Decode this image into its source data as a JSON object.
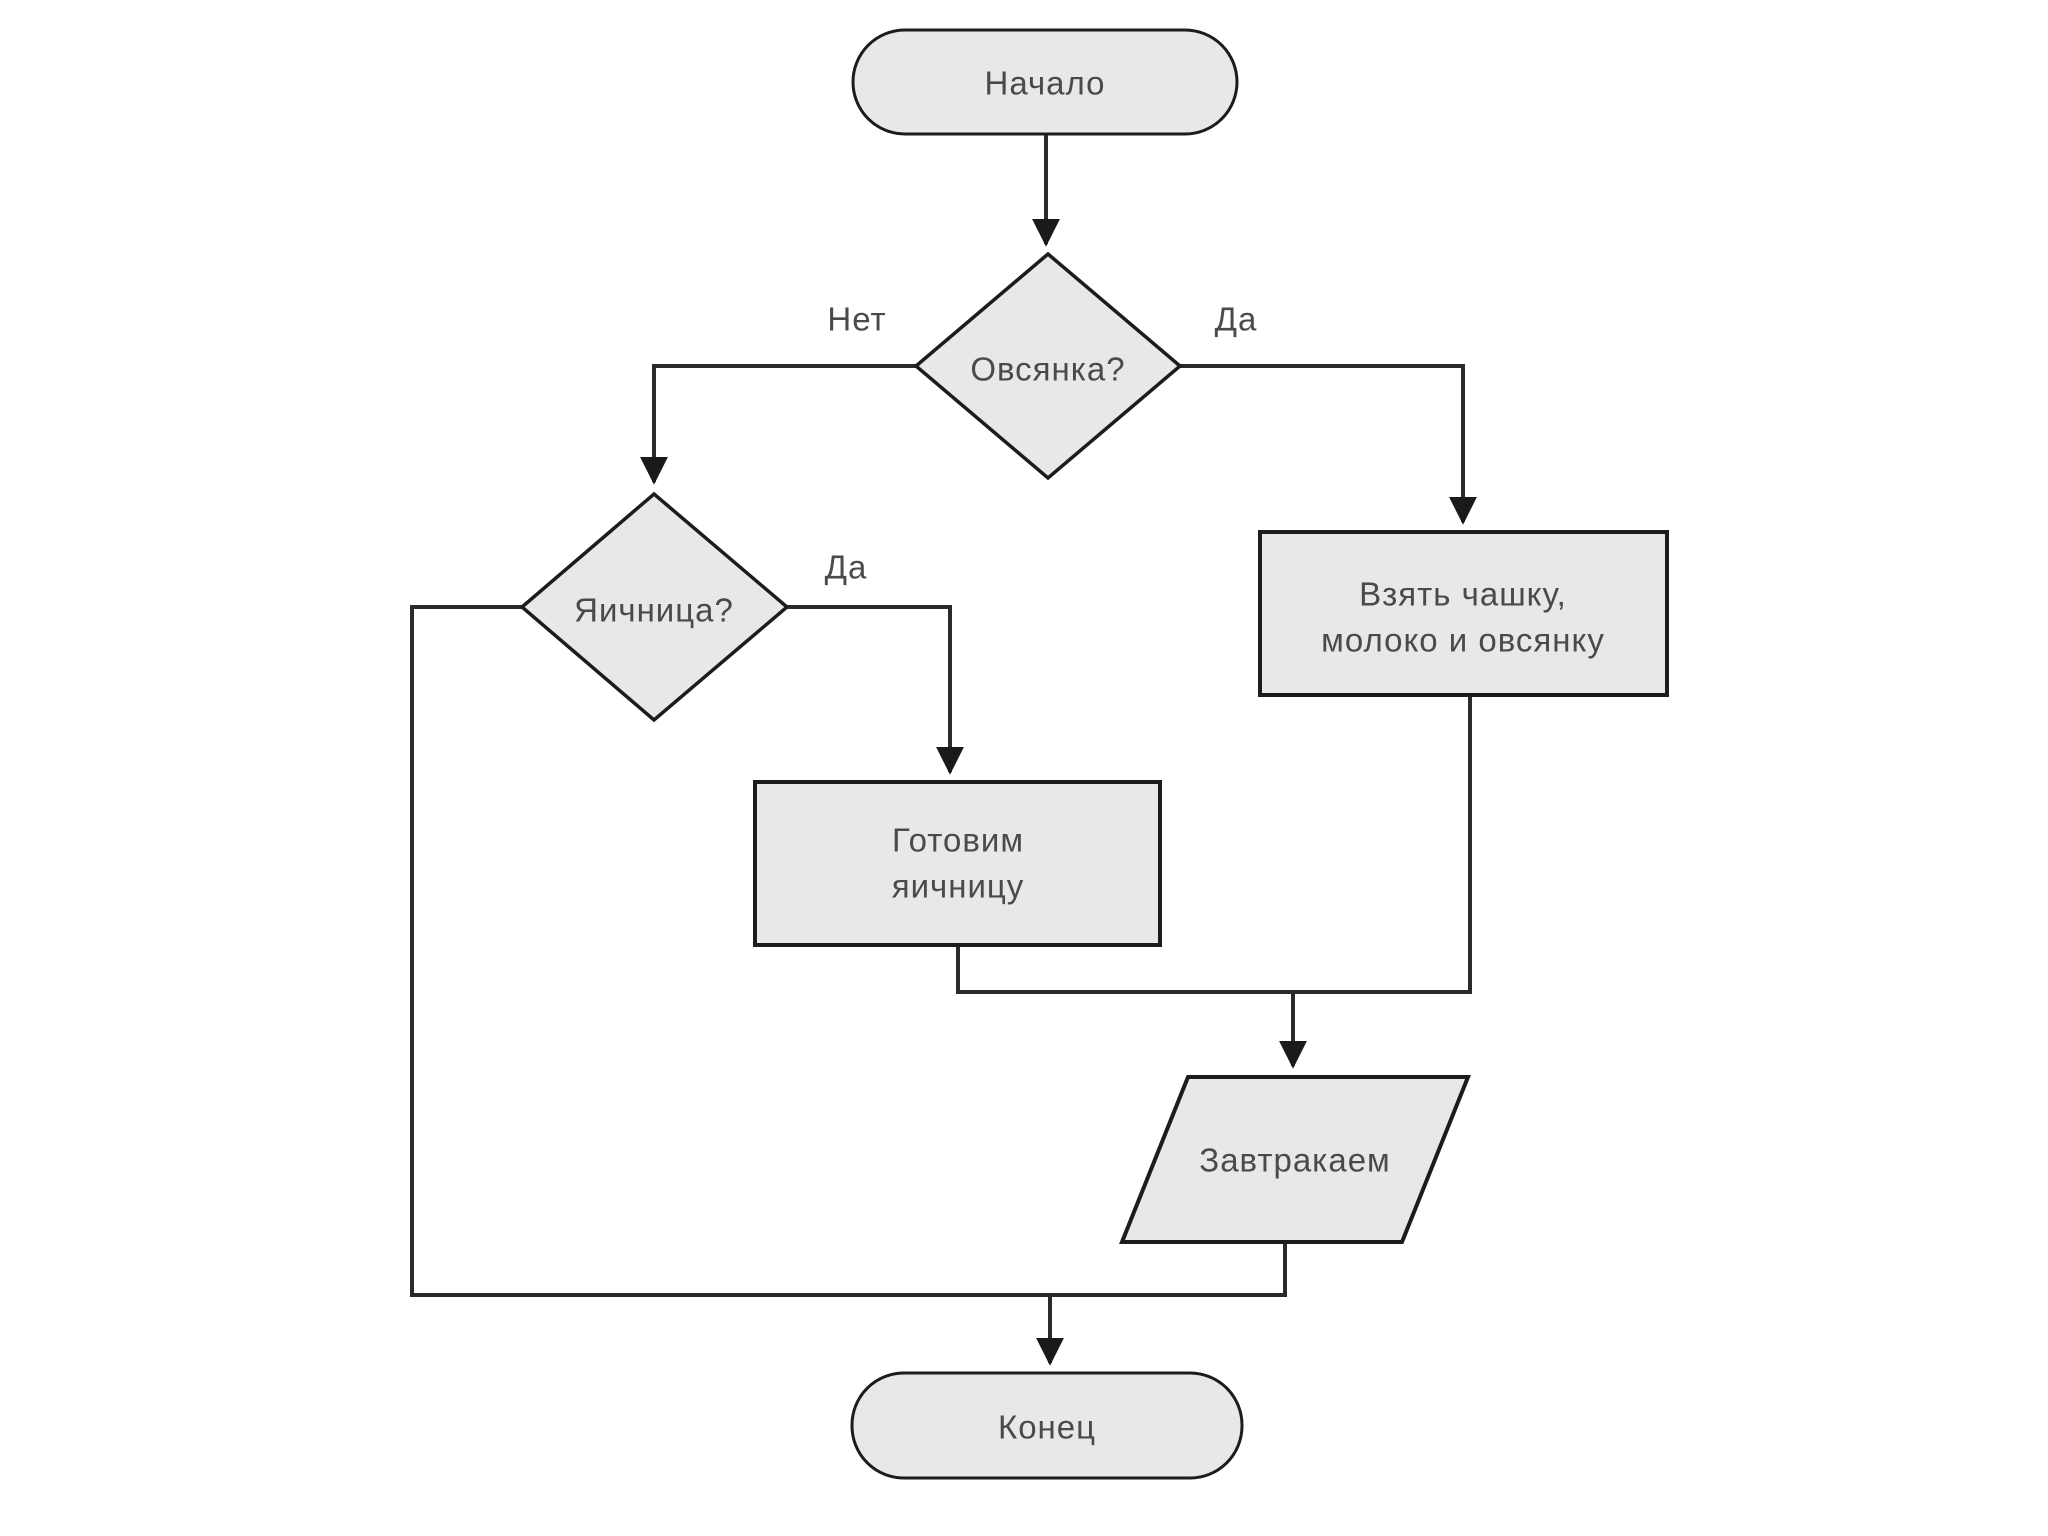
{
  "diagram": {
    "type": "flowchart",
    "language": "ru",
    "topic": "breakfast-decision-flowchart",
    "colors": {
      "background": "#ffffff",
      "node_fill": "#e8e8e8",
      "node_stroke": "#1c1c1c",
      "connector": "#2a2a2a",
      "text": "#4a4a4a"
    },
    "nodes": [
      {
        "id": "start",
        "shape": "terminator",
        "label": "Начало"
      },
      {
        "id": "oatmeal-decision",
        "shape": "decision",
        "label": "Овсянка?"
      },
      {
        "id": "eggs-decision",
        "shape": "decision",
        "label": "Яичница?"
      },
      {
        "id": "take-cup-process",
        "shape": "process",
        "label": "Взять чашку, молоко и овсянку",
        "line1": "Взять чашку,",
        "line2": "молоко и овсянку"
      },
      {
        "id": "cook-eggs-process",
        "shape": "process",
        "label": "Готовим яичницу",
        "line1": "Готовим",
        "line2": "яичницу"
      },
      {
        "id": "breakfast-io",
        "shape": "parallelogram",
        "label": "Завтракаем"
      },
      {
        "id": "end",
        "shape": "terminator",
        "label": "Конец"
      }
    ],
    "edges": [
      {
        "from": "start",
        "to": "oatmeal-decision",
        "label": ""
      },
      {
        "from": "oatmeal-decision",
        "to": "eggs-decision",
        "label": "Нет"
      },
      {
        "from": "oatmeal-decision",
        "to": "take-cup-process",
        "label": "Да"
      },
      {
        "from": "eggs-decision",
        "to": "cook-eggs-process",
        "label": "Да"
      },
      {
        "from": "eggs-decision",
        "to": "end",
        "label": ""
      },
      {
        "from": "take-cup-process",
        "to": "breakfast-io",
        "label": ""
      },
      {
        "from": "cook-eggs-process",
        "to": "breakfast-io",
        "label": ""
      },
      {
        "from": "breakfast-io",
        "to": "end",
        "label": ""
      }
    ]
  }
}
